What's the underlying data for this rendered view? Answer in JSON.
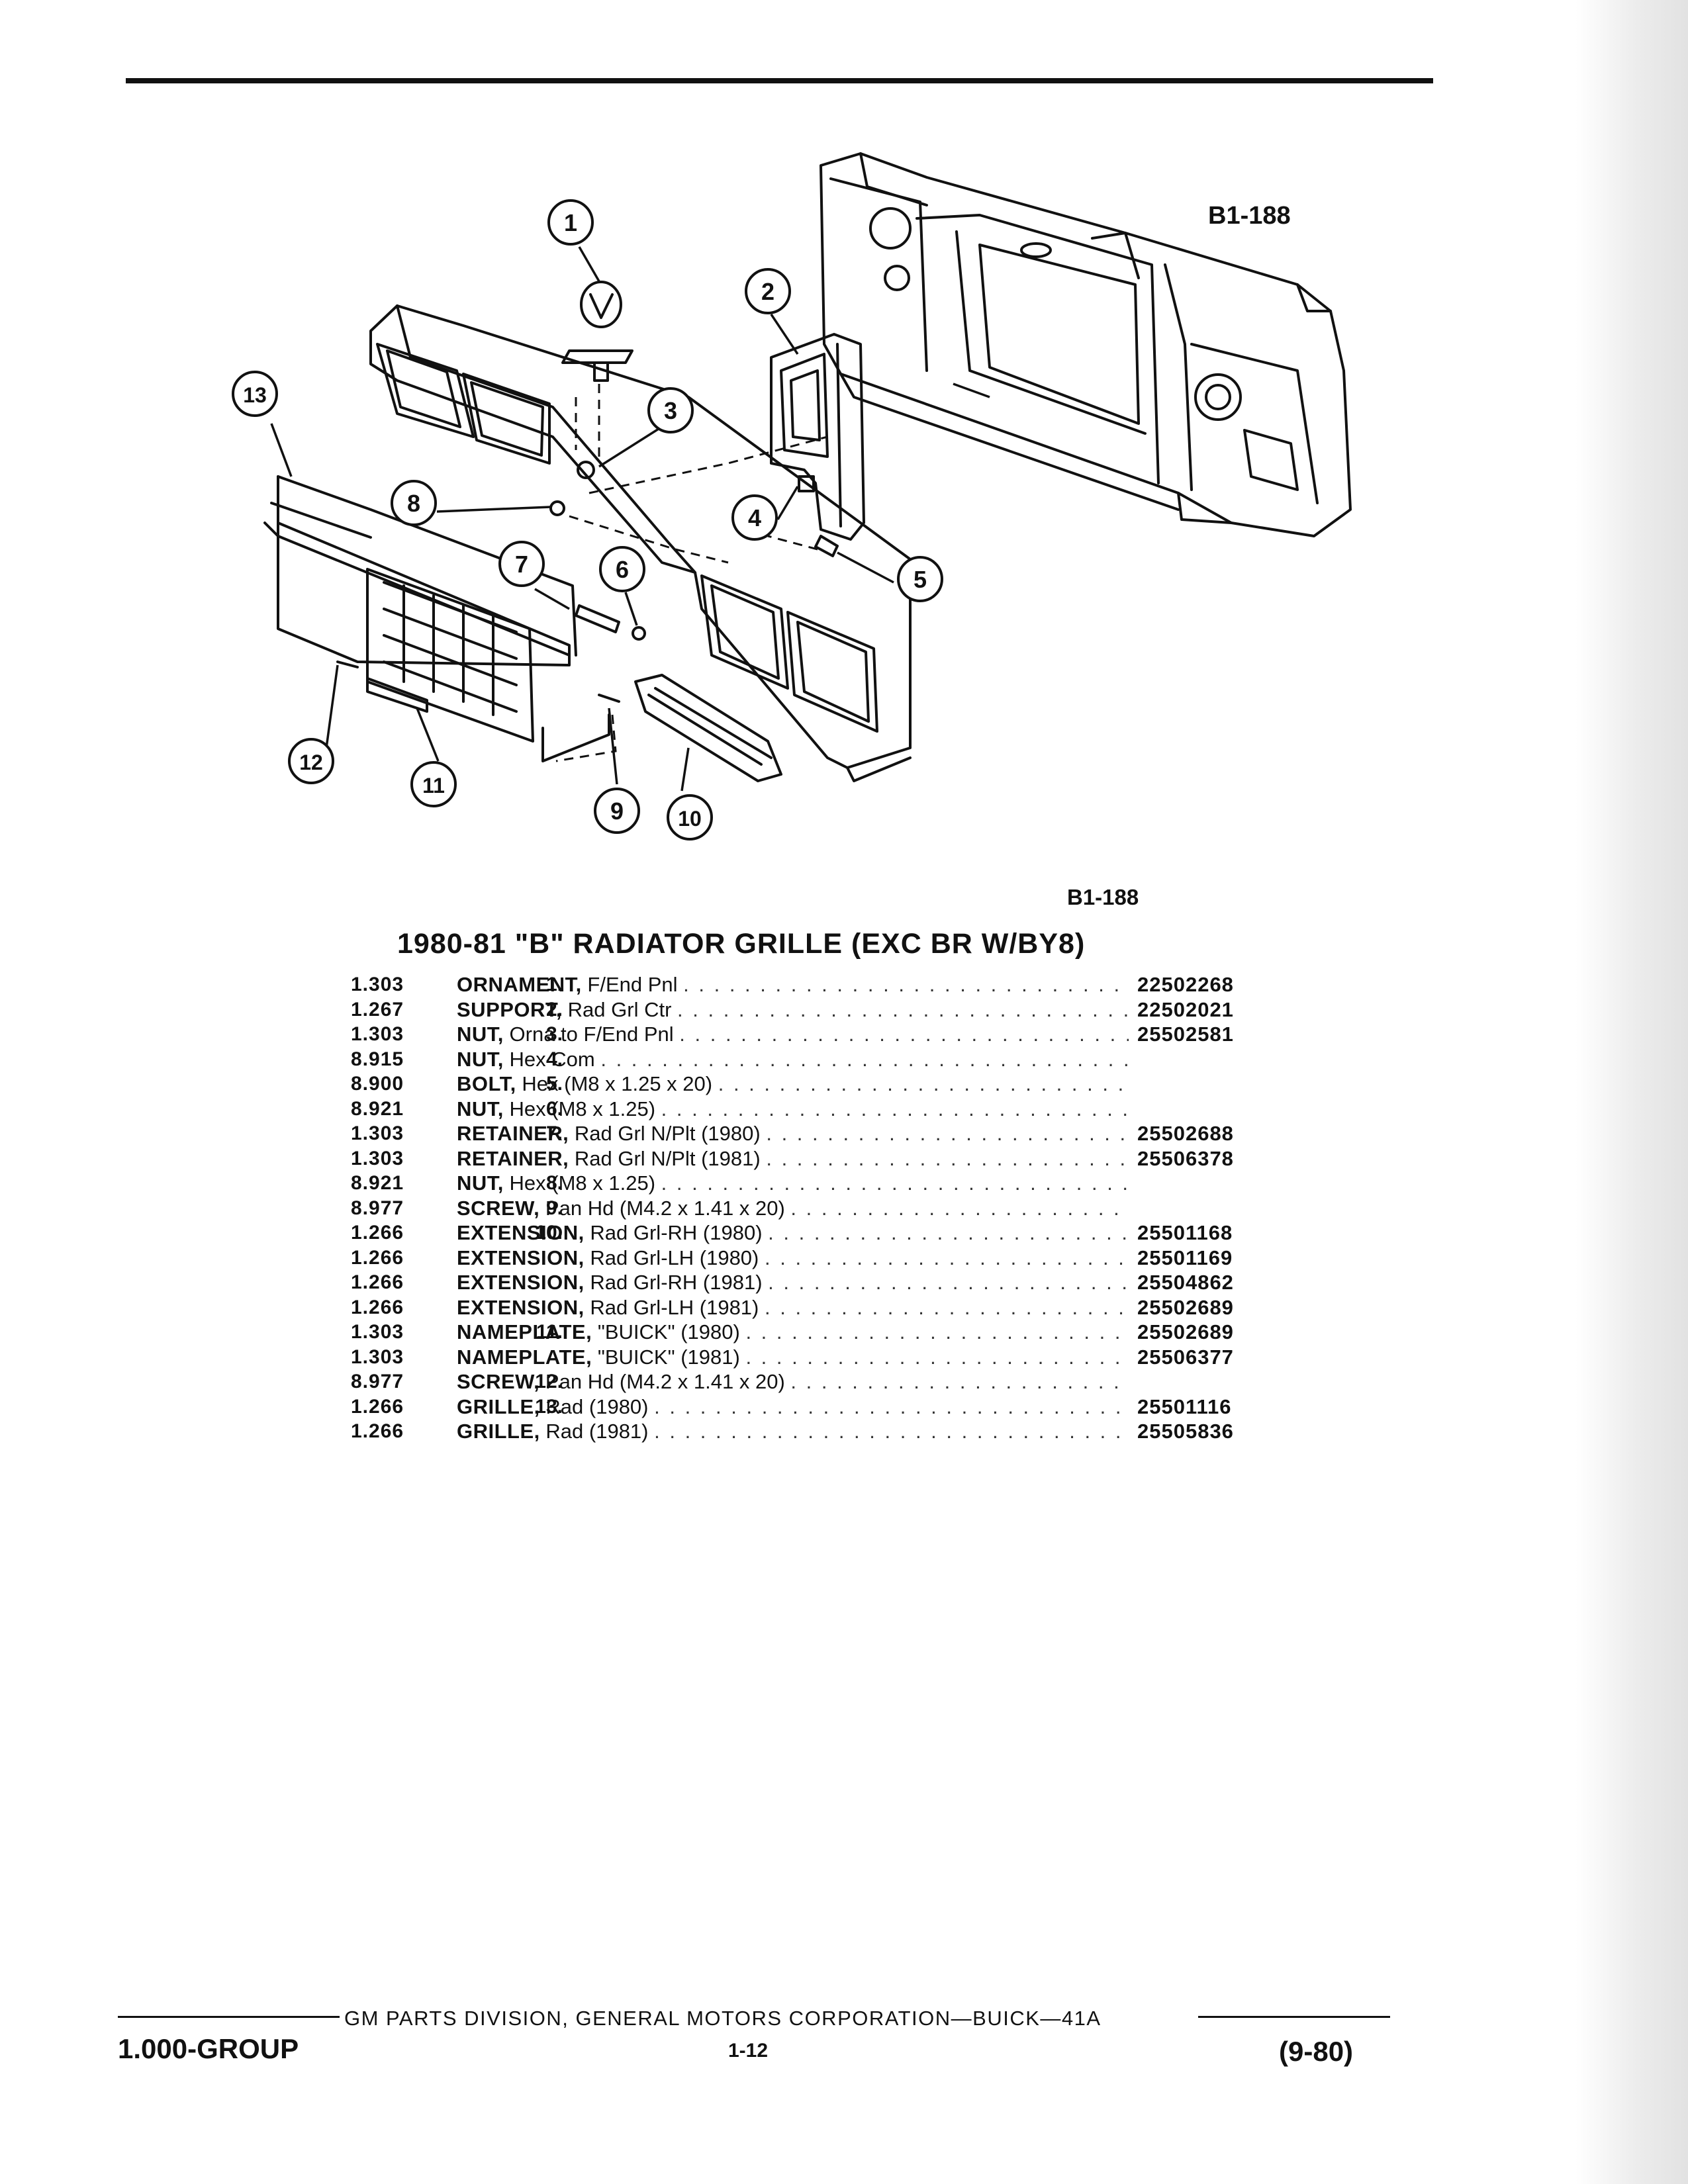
{
  "figure_id_top": "B1-188",
  "figure_id_bottom": "B1-188",
  "callouts": [
    "1",
    "2",
    "3",
    "4",
    "5",
    "6",
    "7",
    "8",
    "9",
    "10",
    "11",
    "12",
    "13"
  ],
  "title": "1980-81 \"B\" RADIATOR GRILLE (EXC BR W/BY8)",
  "parts": [
    {
      "item": "1.",
      "group": "1.303",
      "name": "ORNAMENT,",
      "desc": "F/End Pnl",
      "part_no": "22502268"
    },
    {
      "item": "2.",
      "group": "1.267",
      "name": "SUPPORT,",
      "desc": "Rad Grl Ctr",
      "part_no": "22502021"
    },
    {
      "item": "3.",
      "group": "1.303",
      "name": "NUT,",
      "desc": "Orna to F/End Pnl",
      "part_no": "25502581"
    },
    {
      "item": "4.",
      "group": "8.915",
      "name": "NUT,",
      "desc": "Hex Com",
      "part_no": ""
    },
    {
      "item": "5.",
      "group": "8.900",
      "name": "BOLT,",
      "desc": "Hex (M8 x 1.25 x 20)",
      "part_no": ""
    },
    {
      "item": "6.",
      "group": "8.921",
      "name": "NUT,",
      "desc": "Hex (M8 x 1.25)",
      "part_no": ""
    },
    {
      "item": "7.",
      "group": "1.303",
      "name": "RETAINER,",
      "desc": "Rad Grl N/Plt (1980)",
      "part_no": "25502688"
    },
    {
      "item": "",
      "group": "1.303",
      "name": "RETAINER,",
      "desc": "Rad Grl N/Plt (1981)",
      "part_no": "25506378"
    },
    {
      "item": "8.",
      "group": "8.921",
      "name": "NUT,",
      "desc": "Hex (M8 x 1.25)",
      "part_no": ""
    },
    {
      "item": "9.",
      "group": "8.977",
      "name": "SCREW,",
      "desc": "Pan Hd (M4.2 x 1.41 x 20)",
      "part_no": ""
    },
    {
      "item": "10.",
      "group": "1.266",
      "name": "EXTENSION,",
      "desc": "Rad Grl-RH (1980)",
      "part_no": "25501168"
    },
    {
      "item": "",
      "group": "1.266",
      "name": "EXTENSION,",
      "desc": "Rad Grl-LH (1980)",
      "part_no": "25501169"
    },
    {
      "item": "",
      "group": "1.266",
      "name": "EXTENSION,",
      "desc": "Rad Grl-RH (1981)",
      "part_no": "25504862"
    },
    {
      "item": "",
      "group": "1.266",
      "name": "EXTENSION,",
      "desc": "Rad Grl-LH (1981)",
      "part_no": "25502689"
    },
    {
      "item": "11.",
      "group": "1.303",
      "name": "NAMEPLATE,",
      "desc": "\"BUICK\" (1980)",
      "part_no": "25502689"
    },
    {
      "item": "",
      "group": "1.303",
      "name": "NAMEPLATE,",
      "desc": "\"BUICK\" (1981)",
      "part_no": "25506377"
    },
    {
      "item": "12.",
      "group": "8.977",
      "name": "SCREW,",
      "desc": "Pan Hd (M4.2 x 1.41 x 20)",
      "part_no": ""
    },
    {
      "item": "13.",
      "group": "1.266",
      "name": "GRILLE,",
      "desc": "Rad (1980)",
      "part_no": "25501116"
    },
    {
      "item": "",
      "group": "1.266",
      "name": "GRILLE,",
      "desc": "Rad (1981)",
      "part_no": "25505836"
    }
  ],
  "footer": {
    "publisher": "GM PARTS DIVISION, GENERAL MOTORS CORPORATION—BUICK—41A",
    "group": "1.000-GROUP",
    "page": "1-12",
    "date": "(9-80)"
  }
}
